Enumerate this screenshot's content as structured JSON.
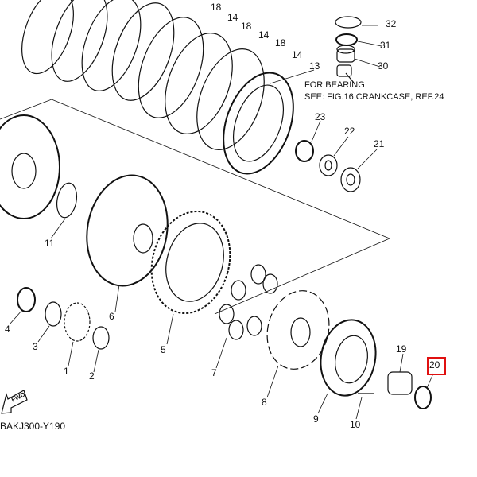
{
  "diagram_id": "BAKJ300-Y190",
  "note": {
    "line1": "FOR BEARING",
    "line2": "SEE: FIG.16 CRANKCASE, REF.24"
  },
  "fwd_label": "FWD",
  "highlight_color": "#e01010",
  "callouts": [
    {
      "id": "c18a",
      "text": "18"
    },
    {
      "id": "c14a",
      "text": "14"
    },
    {
      "id": "c18b",
      "text": "18"
    },
    {
      "id": "c14b",
      "text": "14"
    },
    {
      "id": "c18c",
      "text": "18"
    },
    {
      "id": "c14c",
      "text": "14"
    },
    {
      "id": "c13",
      "text": "13"
    },
    {
      "id": "c32",
      "text": "32"
    },
    {
      "id": "c31",
      "text": "31"
    },
    {
      "id": "c30",
      "text": "30"
    },
    {
      "id": "c23",
      "text": "23"
    },
    {
      "id": "c22",
      "text": "22"
    },
    {
      "id": "c21",
      "text": "21"
    },
    {
      "id": "c11",
      "text": "11"
    },
    {
      "id": "c4",
      "text": "4"
    },
    {
      "id": "c3",
      "text": "3"
    },
    {
      "id": "c6",
      "text": "6"
    },
    {
      "id": "c5",
      "text": "5"
    },
    {
      "id": "c1",
      "text": "1"
    },
    {
      "id": "c2",
      "text": "2"
    },
    {
      "id": "c7",
      "text": "7"
    },
    {
      "id": "c8",
      "text": "8"
    },
    {
      "id": "c9",
      "text": "9"
    },
    {
      "id": "c10",
      "text": "10"
    },
    {
      "id": "c19",
      "text": "19"
    },
    {
      "id": "c20",
      "text": "20"
    }
  ]
}
